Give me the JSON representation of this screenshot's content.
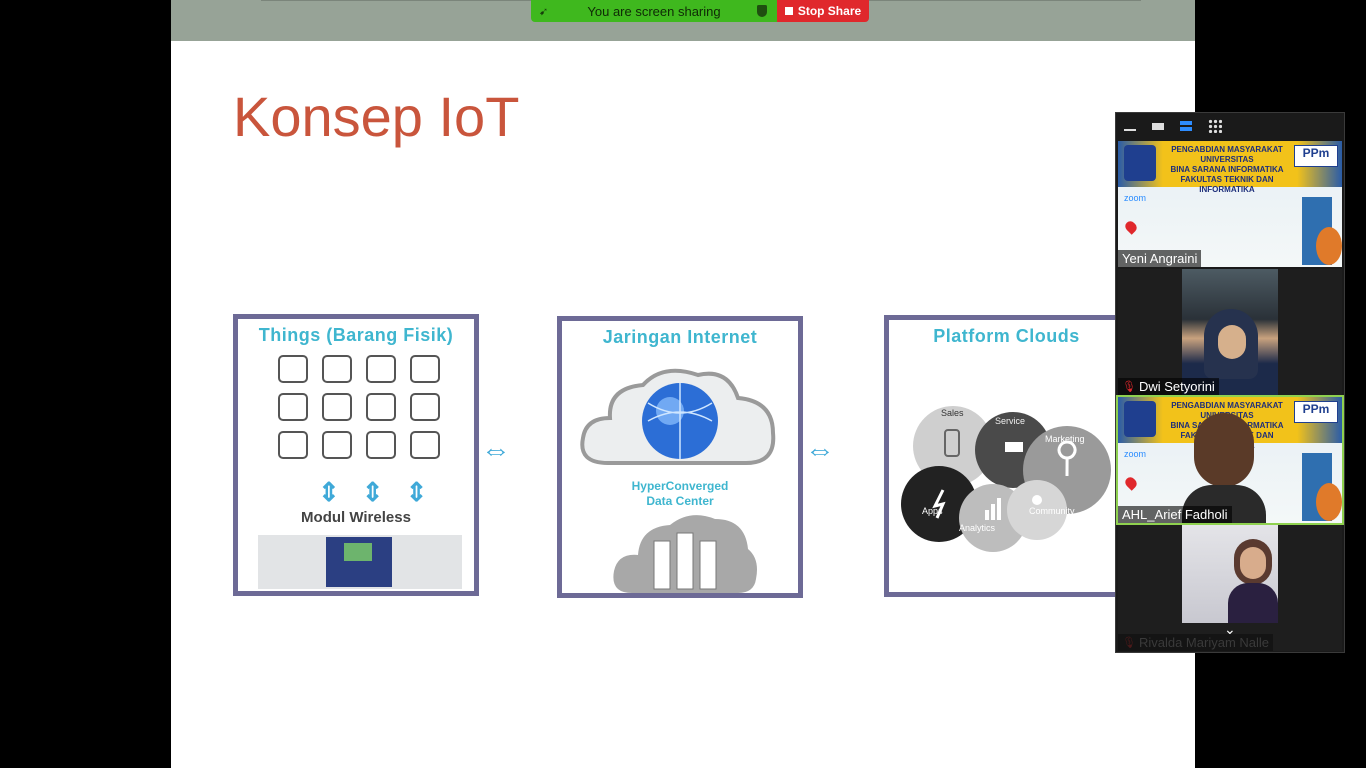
{
  "screen_share": {
    "status_text": "You are screen sharing",
    "stop_label": "Stop Share"
  },
  "slide": {
    "title": "Konsep IoT",
    "panels": [
      {
        "title": "Things (Barang Fisik)",
        "sublabel": "Modul Wireless"
      },
      {
        "title": "Jaringan Internet",
        "sublabel_line1": "HyperConverged",
        "sublabel_line2": "Data Center"
      },
      {
        "title": "Platform Clouds",
        "bubbles": [
          "Sales",
          "Service",
          "Marketing",
          "Apps",
          "Analytics",
          "Community"
        ]
      }
    ]
  },
  "zoom_panel": {
    "participants": [
      {
        "name": "Yeni Angraini",
        "muted": false
      },
      {
        "name": "Dwi Setyorini",
        "muted": true
      },
      {
        "name": "AHL_Arief Fadholi",
        "muted": false
      },
      {
        "name": "Rivalda Mariyam Nalle",
        "muted": true
      }
    ],
    "banner": {
      "line1": "PENGABDIAN MASYARAKAT",
      "line2": "UNIVERSITAS",
      "line3": "BINA SARANA INFORMATIKA",
      "line4": "FAKULTAS TEKNIK DAN INFORMATIKA",
      "ppm": "PPm",
      "zoom": "zoom"
    }
  },
  "colors": {
    "title": "#c9553c",
    "panel_border": "#6d6a96",
    "accent_cyan": "#3fb6cf",
    "share_green": "#3fb81e",
    "stop_red": "#e0282c"
  }
}
